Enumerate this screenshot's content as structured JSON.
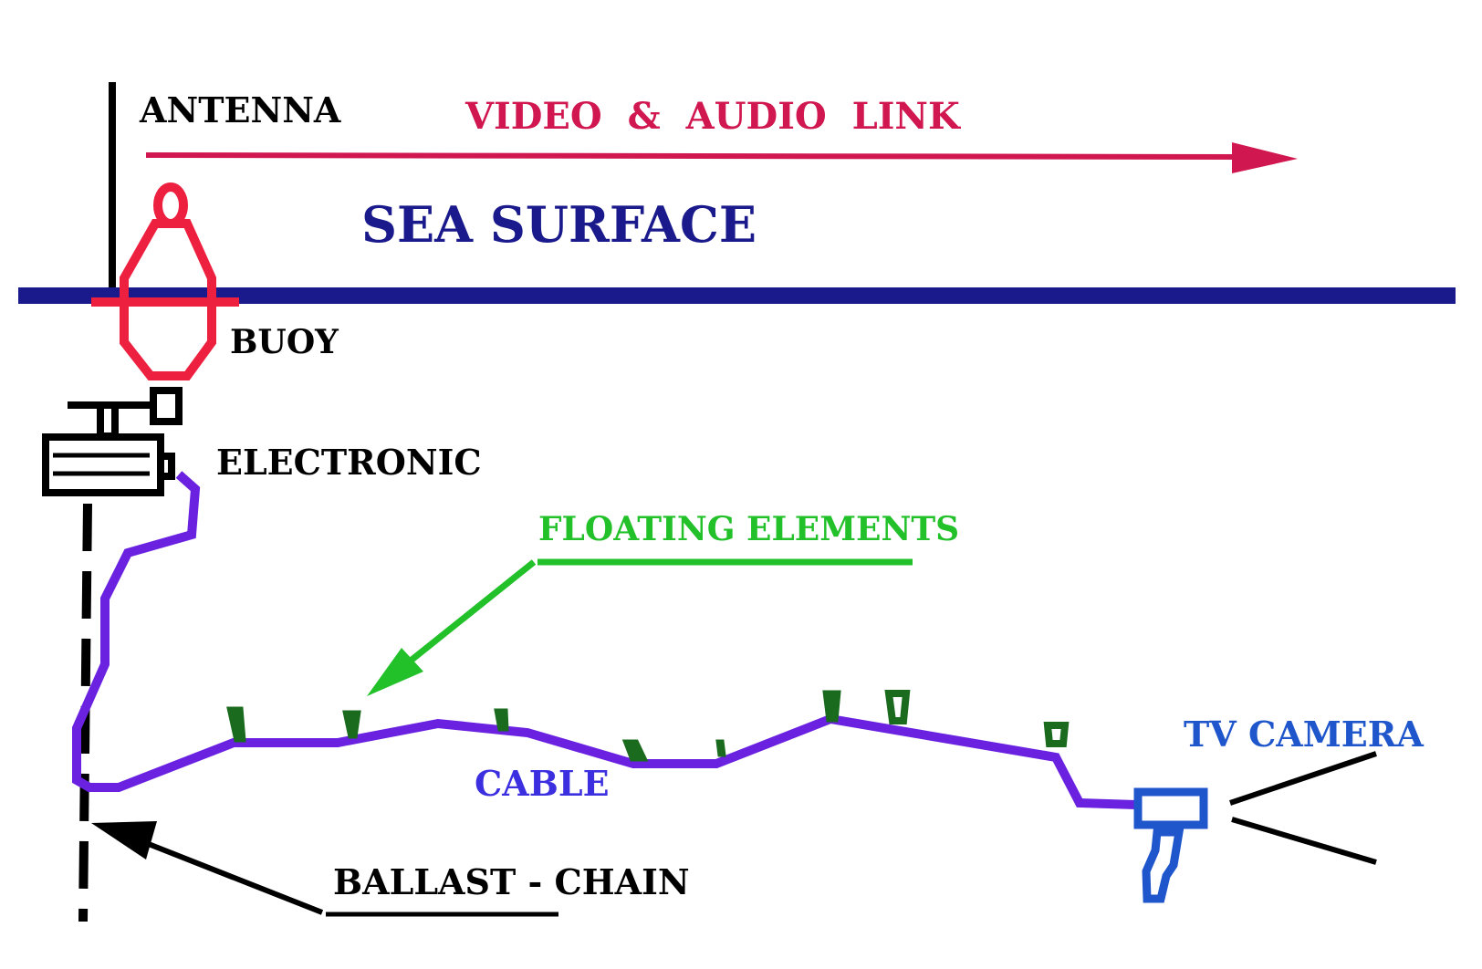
{
  "labels": {
    "antenna": "ANTENNA",
    "link": "VIDEO  &  AUDIO  LINK",
    "sea_surface": "SEA SURFACE",
    "buoy": "BUOY",
    "electronic": "ELECTRONIC",
    "floating_elements": "FLOATING ELEMENTS",
    "cable": "CABLE",
    "tv_camera": "TV CAMERA",
    "ballast_chain": "BALLAST - CHAIN"
  },
  "colors": {
    "antenna": "#000000",
    "link": "#d0174f",
    "sea_surface": "#1a1a8c",
    "buoy": "#ee2040",
    "electronic": "#000000",
    "floating_elements_label": "#22c12a",
    "floating_elements": "#1b6b1f",
    "cable": "#6a22e0",
    "tv_camera": "#1f56cc",
    "ballast_chain": "#000000"
  }
}
